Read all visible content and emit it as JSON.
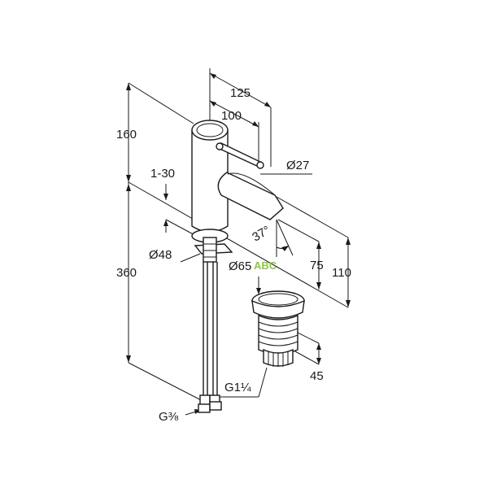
{
  "dimensions": {
    "height_total": "160",
    "length_outer": "125",
    "length_inner": "100",
    "spout_diameter": "Ø27",
    "deck_thickness": "1-30",
    "angle": "37°",
    "base_diameter": "Ø48",
    "waste_diameter": "Ø65",
    "spout_height": "75",
    "spout_reach": "110",
    "hose_length": "360",
    "waste_thread": "G1¼",
    "waste_height": "45",
    "hose_thread": "G⅜"
  },
  "watermark": {
    "text": "ABC",
    "color": "#8dc63f"
  },
  "colors": {
    "line": "#1a1a1a",
    "background": "#ffffff"
  }
}
